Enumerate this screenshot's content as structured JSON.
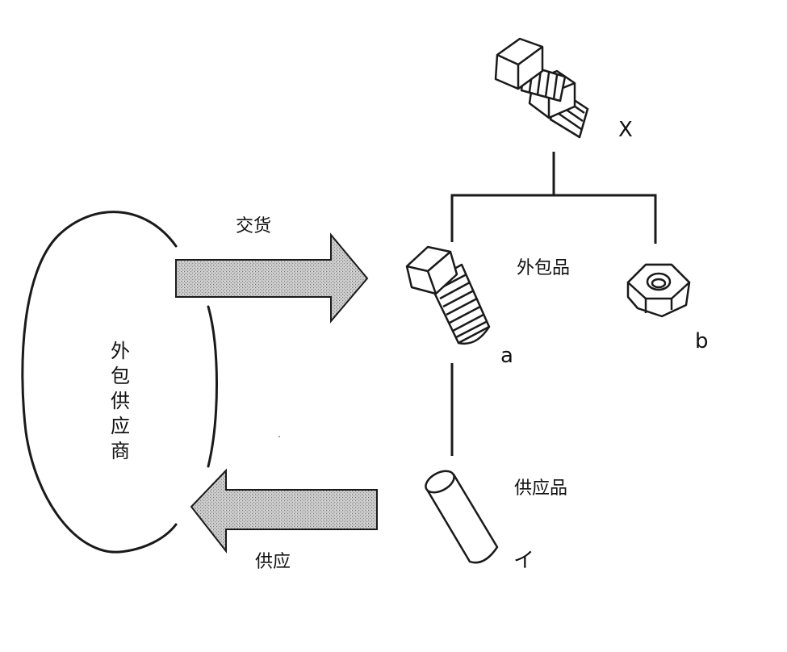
{
  "supplier": {
    "label": "外包供应商"
  },
  "arrows": {
    "delivery_label": "交货",
    "supply_label": "供应"
  },
  "parts": {
    "product_x_label": "X",
    "outsourced_label": "外包品",
    "part_a_label": "a",
    "part_b_label": "b",
    "supplied_label": "供应品",
    "part_i_label": "イ"
  },
  "colors": {
    "line": "#1a1a1a",
    "arrow_fill": "#bdbdbd",
    "part_fill": "#ffffff"
  }
}
